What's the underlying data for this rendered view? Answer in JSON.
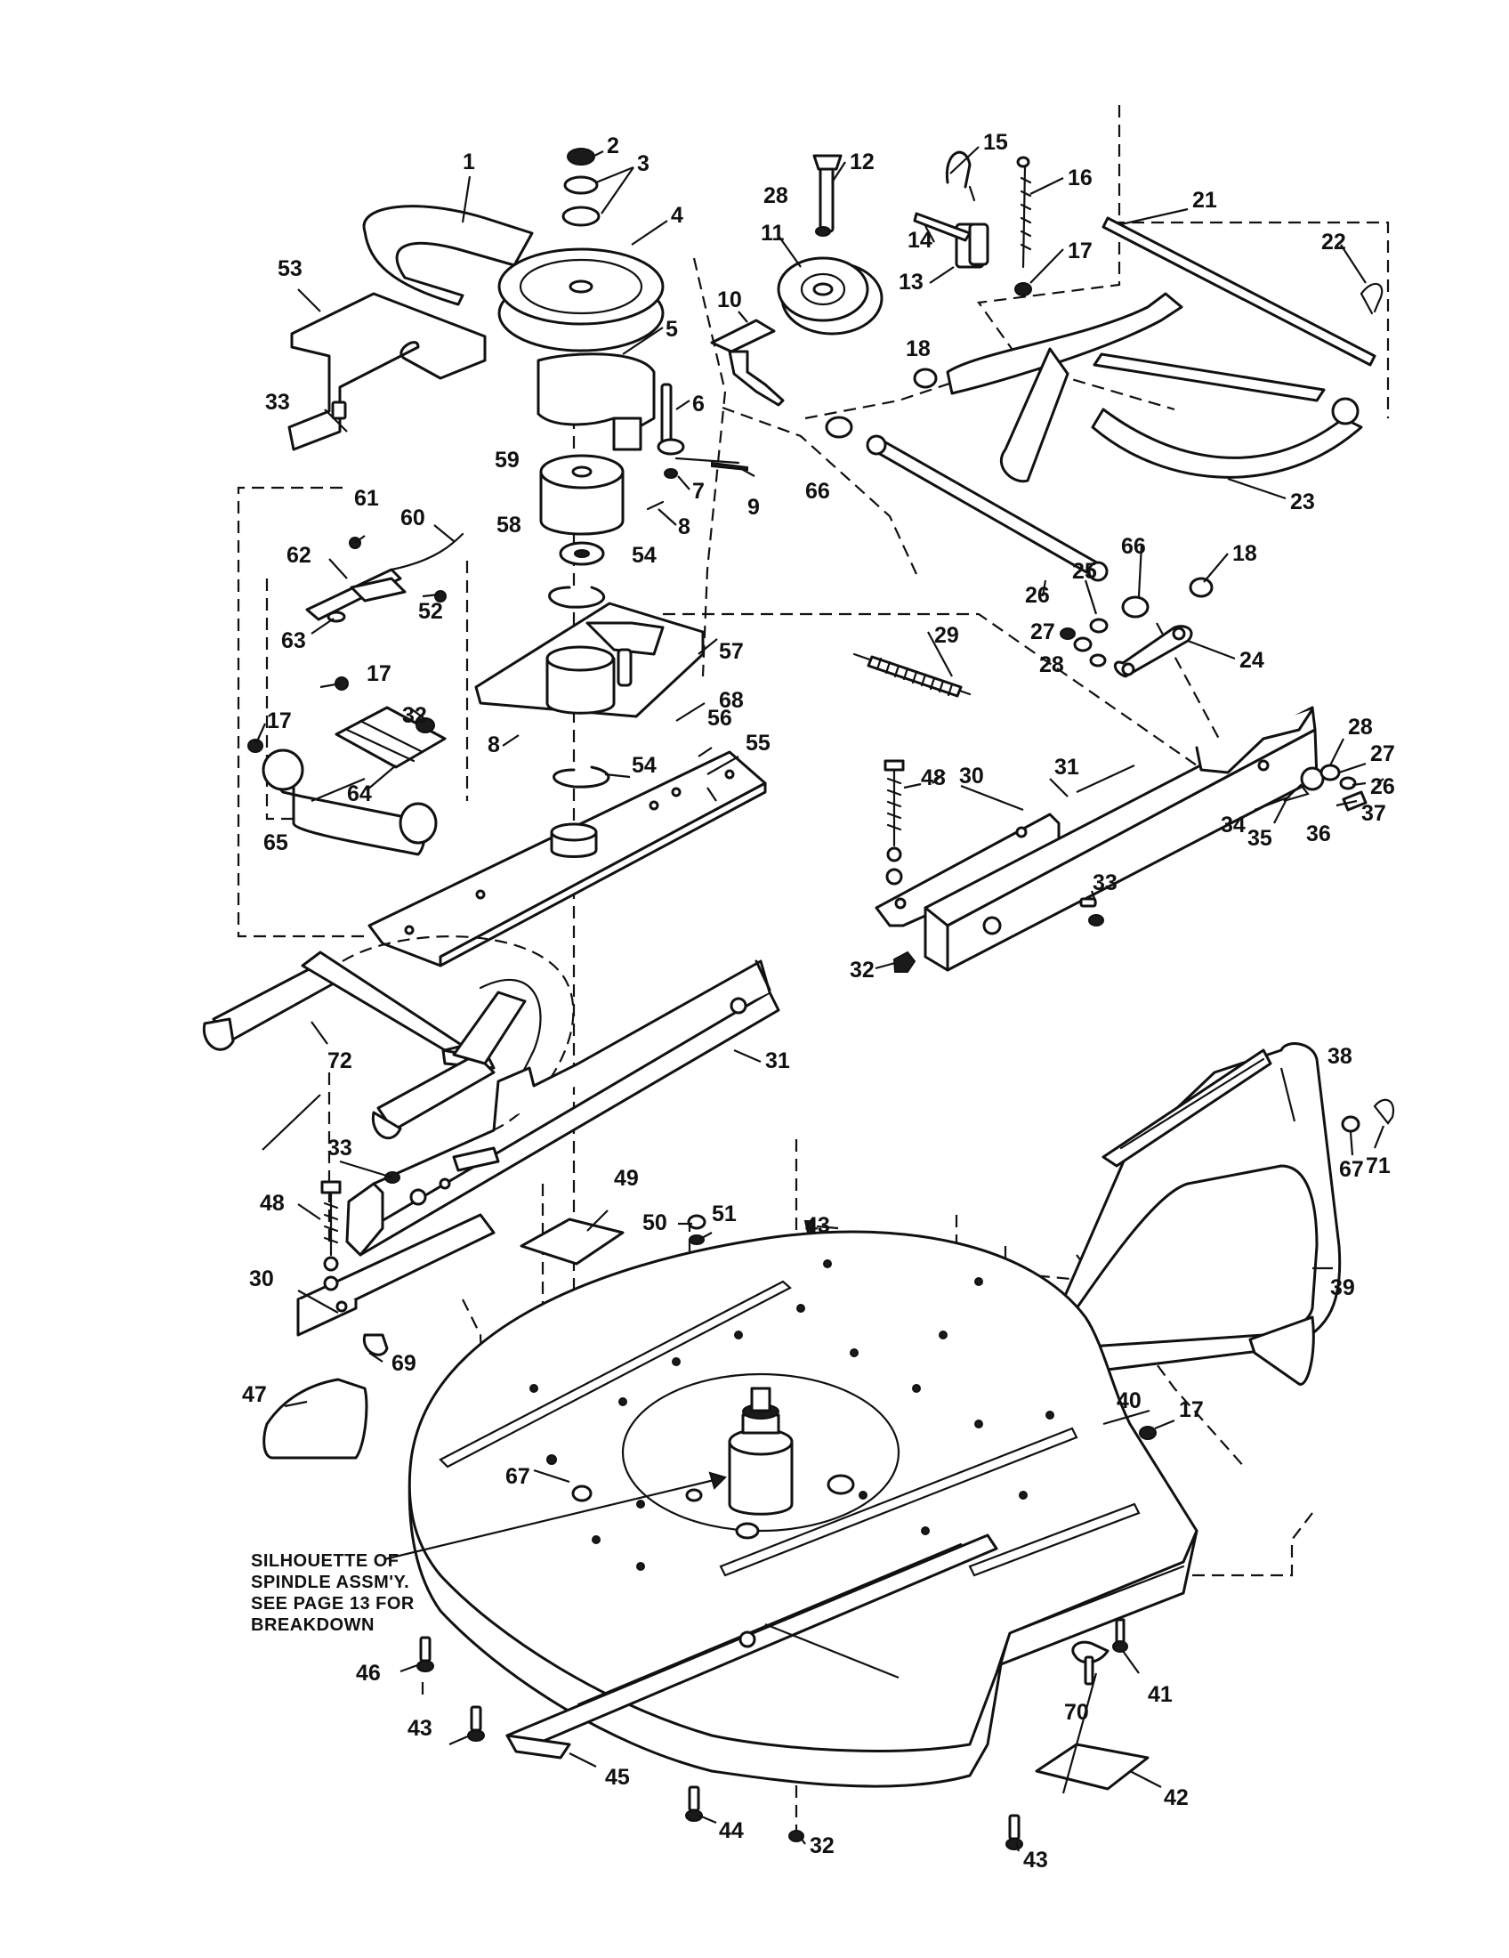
{
  "diagram": {
    "note_lines": [
      "SILHOUETTE OF",
      "SPINDLE ASSM'Y.",
      "SEE PAGE 13 FOR",
      "BREAKDOWN"
    ],
    "callouts": [
      {
        "id": "c1",
        "label": "1"
      },
      {
        "id": "c2",
        "label": "2"
      },
      {
        "id": "c3",
        "label": "3"
      },
      {
        "id": "c4",
        "label": "4"
      },
      {
        "id": "c5",
        "label": "5"
      },
      {
        "id": "c6",
        "label": "6"
      },
      {
        "id": "c7",
        "label": "7"
      },
      {
        "id": "c8a",
        "label": "8"
      },
      {
        "id": "c8b",
        "label": "8"
      },
      {
        "id": "c9",
        "label": "9"
      },
      {
        "id": "c10",
        "label": "10"
      },
      {
        "id": "c11",
        "label": "11"
      },
      {
        "id": "c12",
        "label": "12"
      },
      {
        "id": "c13",
        "label": "13"
      },
      {
        "id": "c14",
        "label": "14"
      },
      {
        "id": "c15",
        "label": "15"
      },
      {
        "id": "c16",
        "label": "16"
      },
      {
        "id": "c17a",
        "label": "17"
      },
      {
        "id": "c17b",
        "label": "17"
      },
      {
        "id": "c17c",
        "label": "17"
      },
      {
        "id": "c17d",
        "label": "17"
      },
      {
        "id": "c18a",
        "label": "18"
      },
      {
        "id": "c18b",
        "label": "18"
      },
      {
        "id": "c21",
        "label": "21"
      },
      {
        "id": "c22",
        "label": "22"
      },
      {
        "id": "c23",
        "label": "23"
      },
      {
        "id": "c24",
        "label": "24"
      },
      {
        "id": "c25",
        "label": "25"
      },
      {
        "id": "c26a",
        "label": "26"
      },
      {
        "id": "c26b",
        "label": "26"
      },
      {
        "id": "c27a",
        "label": "27"
      },
      {
        "id": "c27b",
        "label": "27"
      },
      {
        "id": "c28a",
        "label": "28"
      },
      {
        "id": "c28b",
        "label": "28"
      },
      {
        "id": "c28c",
        "label": "28"
      },
      {
        "id": "c29",
        "label": "29"
      },
      {
        "id": "c30a",
        "label": "30"
      },
      {
        "id": "c30b",
        "label": "30"
      },
      {
        "id": "c31a",
        "label": "31"
      },
      {
        "id": "c31b",
        "label": "31"
      },
      {
        "id": "c32a",
        "label": "32"
      },
      {
        "id": "c32b",
        "label": "32"
      },
      {
        "id": "c32c",
        "label": "32"
      },
      {
        "id": "c33a",
        "label": "33"
      },
      {
        "id": "c33b",
        "label": "33"
      },
      {
        "id": "c33c",
        "label": "33"
      },
      {
        "id": "c34",
        "label": "34"
      },
      {
        "id": "c35",
        "label": "35"
      },
      {
        "id": "c36",
        "label": "36"
      },
      {
        "id": "c37",
        "label": "37"
      },
      {
        "id": "c38",
        "label": "38"
      },
      {
        "id": "c39",
        "label": "39"
      },
      {
        "id": "c40",
        "label": "40"
      },
      {
        "id": "c41",
        "label": "41"
      },
      {
        "id": "c42",
        "label": "42"
      },
      {
        "id": "c43a",
        "label": "43"
      },
      {
        "id": "c43b",
        "label": "43"
      },
      {
        "id": "c43c",
        "label": "43"
      },
      {
        "id": "c44",
        "label": "44"
      },
      {
        "id": "c45",
        "label": "45"
      },
      {
        "id": "c46",
        "label": "46"
      },
      {
        "id": "c47",
        "label": "47"
      },
      {
        "id": "c48a",
        "label": "48"
      },
      {
        "id": "c48b",
        "label": "48"
      },
      {
        "id": "c49",
        "label": "49"
      },
      {
        "id": "c50",
        "label": "50"
      },
      {
        "id": "c51",
        "label": "51"
      },
      {
        "id": "c52",
        "label": "52"
      },
      {
        "id": "c53",
        "label": "53"
      },
      {
        "id": "c54a",
        "label": "54"
      },
      {
        "id": "c54b",
        "label": "54"
      },
      {
        "id": "c55",
        "label": "55"
      },
      {
        "id": "c56",
        "label": "56"
      },
      {
        "id": "c57",
        "label": "57"
      },
      {
        "id": "c58",
        "label": "58"
      },
      {
        "id": "c59",
        "label": "59"
      },
      {
        "id": "c60",
        "label": "60"
      },
      {
        "id": "c61",
        "label": "61"
      },
      {
        "id": "c62",
        "label": "62"
      },
      {
        "id": "c63",
        "label": "63"
      },
      {
        "id": "c64",
        "label": "64"
      },
      {
        "id": "c65",
        "label": "65"
      },
      {
        "id": "c66a",
        "label": "66"
      },
      {
        "id": "c66b",
        "label": "66"
      },
      {
        "id": "c67a",
        "label": "67"
      },
      {
        "id": "c67b",
        "label": "67"
      },
      {
        "id": "c68",
        "label": "68"
      },
      {
        "id": "c69",
        "label": "69"
      },
      {
        "id": "c70",
        "label": "70"
      },
      {
        "id": "c71",
        "label": "71"
      },
      {
        "id": "c72",
        "label": "72"
      }
    ]
  }
}
